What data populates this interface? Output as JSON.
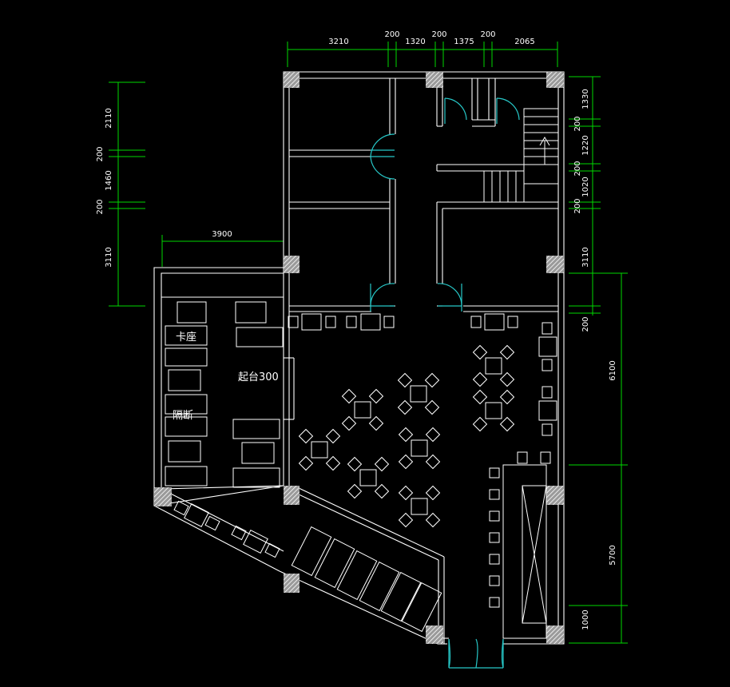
{
  "labels": {
    "booth": "卡座",
    "raised": "起台300",
    "partition": "隔断"
  },
  "dims_top": [
    "3210",
    "200",
    "1320",
    "200",
    "1375",
    "200",
    "2065"
  ],
  "dims_left": [
    "2110",
    "200",
    "1460",
    "200",
    "3110"
  ],
  "dim_3900": "3900",
  "dims_right": [
    "1330",
    "200",
    "1220",
    "200",
    "1020",
    "200",
    "3110",
    "200"
  ],
  "dims_far_right": [
    "6100",
    "5700",
    "1000"
  ],
  "colors": {
    "walls": "#ffffff",
    "dimensions": "#00d800",
    "doors": "#27c8c8",
    "background": "#000000"
  }
}
